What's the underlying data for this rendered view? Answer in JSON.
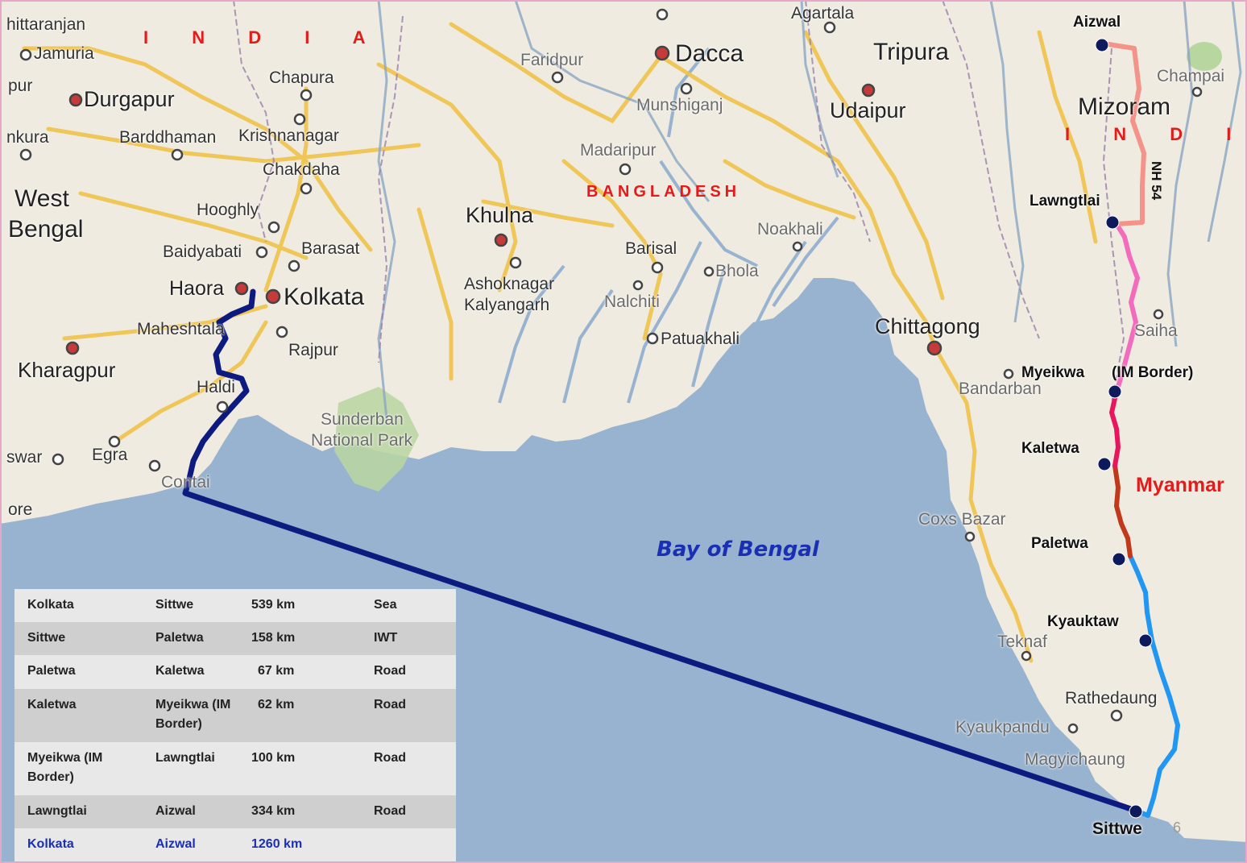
{
  "country_labels": {
    "india_west": "I N D I A",
    "india_east": "I N D I A",
    "bangladesh": "BANGLADESH",
    "myanmar": "Myanmar",
    "west_bengal_1": "West",
    "west_bengal_2": "Bengal",
    "mizoram": "Mizoram",
    "tripura": "Tripura"
  },
  "water_labels": {
    "bay": "Bay of Bengal"
  },
  "towns": {
    "chittaranjan": "hittaranjan",
    "jamuria": "Jamuria",
    "pur": "pur",
    "durgapur": "Durgapur",
    "bankura": "nkura",
    "barddhaman": "Barddhaman",
    "krishnanagar": "Krishnanagar",
    "chapura": "Chapura",
    "chakdaha": "Chakdaha",
    "hooghly": "Hooghly",
    "baidyabati": "Baidyabati",
    "barasat": "Barasat",
    "haora": "Haora",
    "kolkata": "Kolkata",
    "maheshtala": "Maheshtala",
    "rajpur": "Rajpur",
    "kharagpur": "Kharagpur",
    "haldia": "Haldi",
    "egra": "Egra",
    "swar": "swar",
    "contai": "Contai",
    "ore": "ore",
    "faridpur": "Faridpur",
    "dacca": "Dacca",
    "agartala": "Agartala",
    "munshiganj": "Munshiganj",
    "madaripur": "Madaripur",
    "udaipur": "Udaipur",
    "khulna": "Khulna",
    "ashoknagar": "Ashoknagar",
    "kalyangarh": "Kalyangarh",
    "barisal": "Barisal",
    "bhola": "Bhola",
    "nalchiti": "Nalchiti",
    "patuakhali": "Patuakhali",
    "noakhali": "Noakhali",
    "chittagong": "Chittagong",
    "sunderban1": "Sunderban",
    "sunderban2": "National Park",
    "bandarban": "Bandarban",
    "coxs_bazar": "Coxs Bazar",
    "teknaf": "Teknaf",
    "kyaukpandu": "Kyaukpandu",
    "magyichaung": "Magyichaung",
    "rathedaung": "Rathedaung",
    "champai": "Champai",
    "saiha": "Saiha"
  },
  "route_labels": {
    "aizwal": "Aizwal",
    "lawngtlai": "Lawngtlai",
    "nh54": "NH 54",
    "myeikwa": "Myeikwa",
    "im_border": "(IM Border)",
    "kaletwa": "Kaletwa",
    "paletwa": "Paletwa",
    "kyauktaw": "Kyauktaw",
    "sittwe": "Sittwe"
  },
  "route_colors": {
    "sea": "#0d1a80",
    "iwt": "#2196f3",
    "road_paletwa_kaletwa": "#c0391b",
    "road_kaletwa_myeikwa": "#e8175d",
    "road_myeikwa_lawngtlai": "#f26bbd",
    "road_lawngtlai_aizwal": "#f4938a"
  },
  "legend": {
    "rows": [
      {
        "from": "Kolkata",
        "to": "Sittwe",
        "distance": "539 km",
        "mode": "Sea"
      },
      {
        "from": "Sittwe",
        "to": "Paletwa",
        "distance": "158 km",
        "mode": "IWT"
      },
      {
        "from": "Paletwa",
        "to": "Kaletwa",
        "distance": "67 km",
        "mode": "Road"
      },
      {
        "from": "Kaletwa",
        "to": "Myeikwa (IM Border)",
        "distance": "62 km",
        "mode": "Road"
      },
      {
        "from": "Myeikwa (IM Border)",
        "to": "Lawngtlai",
        "distance": "100 km",
        "mode": "Road"
      },
      {
        "from": "Lawngtlai",
        "to": "Aizwal",
        "distance": "334 km",
        "mode": "Road"
      }
    ],
    "total": {
      "from": "Kolkata",
      "to": "Aizwal",
      "distance": "1260 km",
      "mode": ""
    }
  },
  "page_number": "6"
}
